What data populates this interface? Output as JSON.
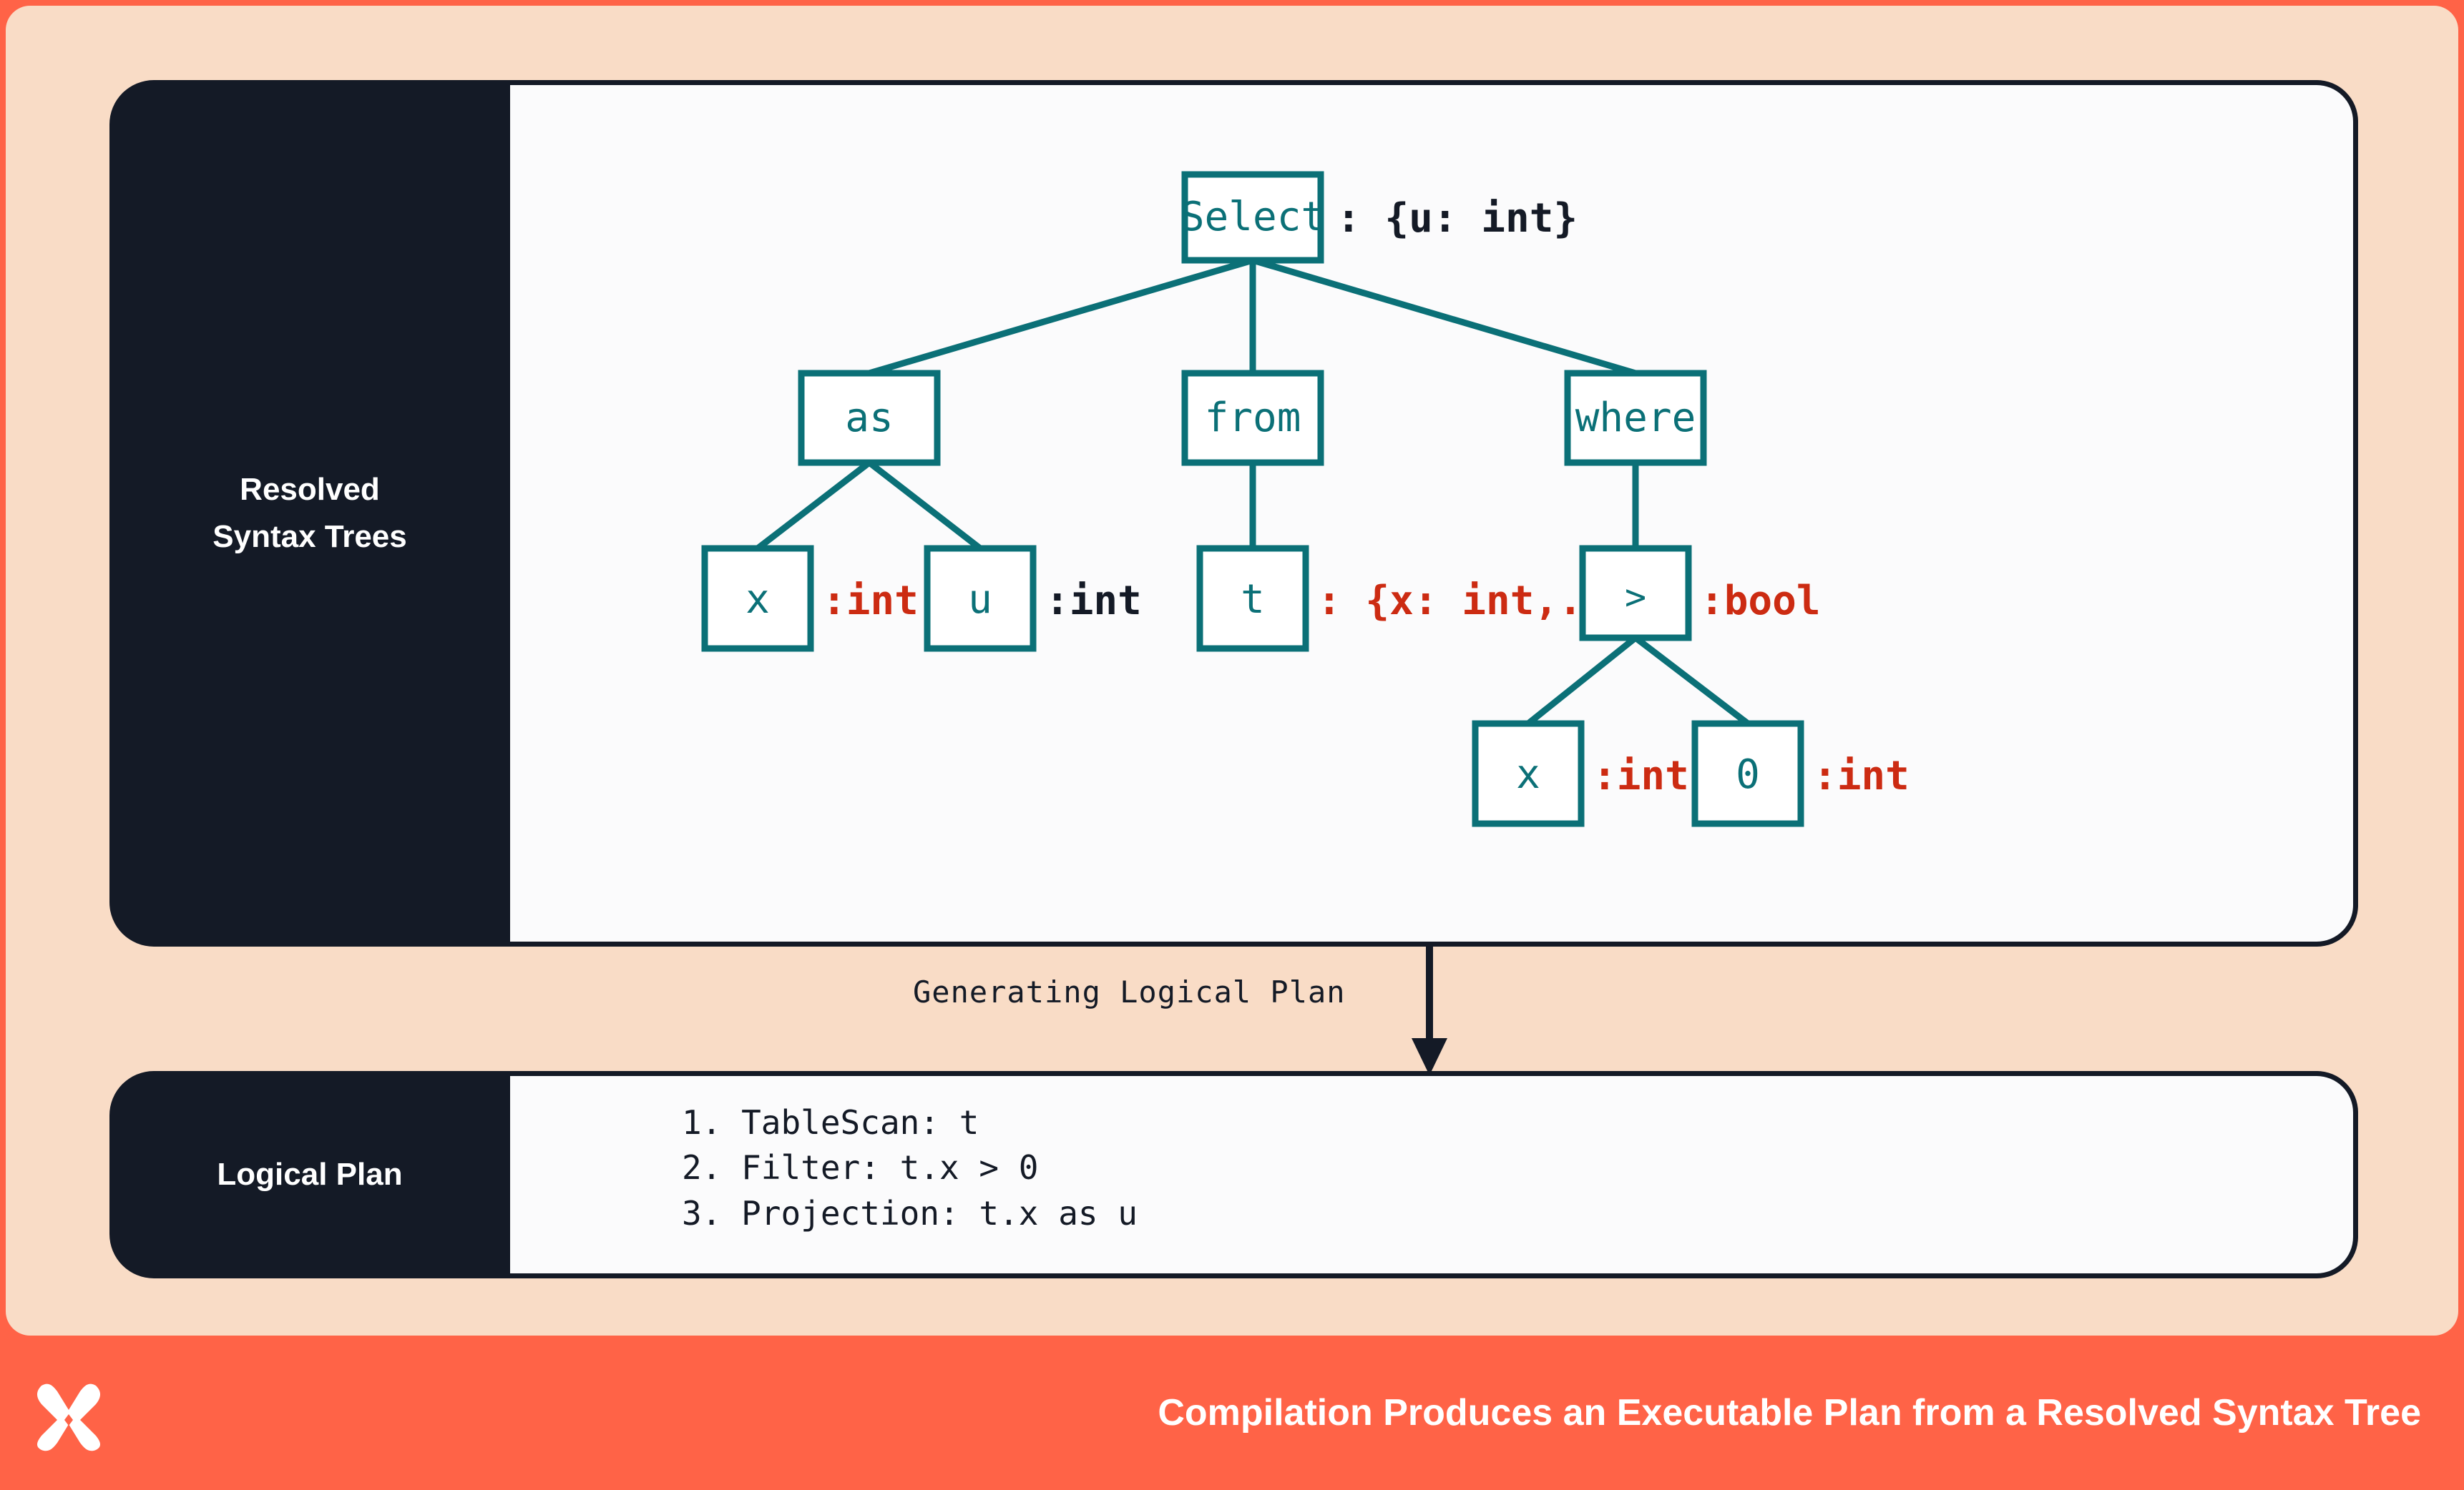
{
  "colors": {
    "outer_border": "#FF6347",
    "page_background": "#F9DCC6",
    "panel_dark": "#141A26",
    "content_background": "#FBFBFC",
    "node_teal": "#0B7077",
    "annotation_red": "#CC2B12",
    "annotation_dark": "#141A26",
    "footer": "#FF6347"
  },
  "sections": {
    "top": {
      "label_line1": "Resolved",
      "label_line2": "Syntax Trees"
    },
    "bottom": {
      "label": "Logical Plan"
    }
  },
  "connector": {
    "label": "Generating Logical Plan",
    "arrow": "down-arrow"
  },
  "tree": {
    "nodes": [
      {
        "id": "select",
        "label": "Select",
        "annotation": ": {u: int}",
        "annotation_color": "dark"
      },
      {
        "id": "as",
        "label": "as",
        "annotation": "",
        "annotation_color": ""
      },
      {
        "id": "from",
        "label": "from",
        "annotation": "",
        "annotation_color": ""
      },
      {
        "id": "where",
        "label": "where",
        "annotation": "",
        "annotation_color": ""
      },
      {
        "id": "as-x",
        "label": "x",
        "annotation": ":int",
        "annotation_color": "red"
      },
      {
        "id": "as-u",
        "label": "u",
        "annotation": ":int",
        "annotation_color": "dark"
      },
      {
        "id": "from-t",
        "label": "t",
        "annotation": ": {x: int,...}",
        "annotation_color": "red"
      },
      {
        "id": "gt",
        "label": ">",
        "annotation": ":bool",
        "annotation_color": "red"
      },
      {
        "id": "gt-x",
        "label": "x",
        "annotation": ":int",
        "annotation_color": "red"
      },
      {
        "id": "gt-0",
        "label": "0",
        "annotation": ":int",
        "annotation_color": "red"
      }
    ],
    "edges": [
      [
        "select",
        "as"
      ],
      [
        "select",
        "from"
      ],
      [
        "select",
        "where"
      ],
      [
        "as",
        "as-x"
      ],
      [
        "as",
        "as-u"
      ],
      [
        "from",
        "from-t"
      ],
      [
        "where",
        "gt"
      ],
      [
        "gt",
        "gt-x"
      ],
      [
        "gt",
        "gt-0"
      ]
    ]
  },
  "logical_plan": {
    "steps": [
      "1. TableScan: t",
      "2. Filter: t.x > 0",
      "3. Projection: t.x as u"
    ]
  },
  "footer": {
    "title": "Compilation Produces an Executable Plan from a Resolved Syntax Tree",
    "logo": "x-butterfly-logo"
  }
}
